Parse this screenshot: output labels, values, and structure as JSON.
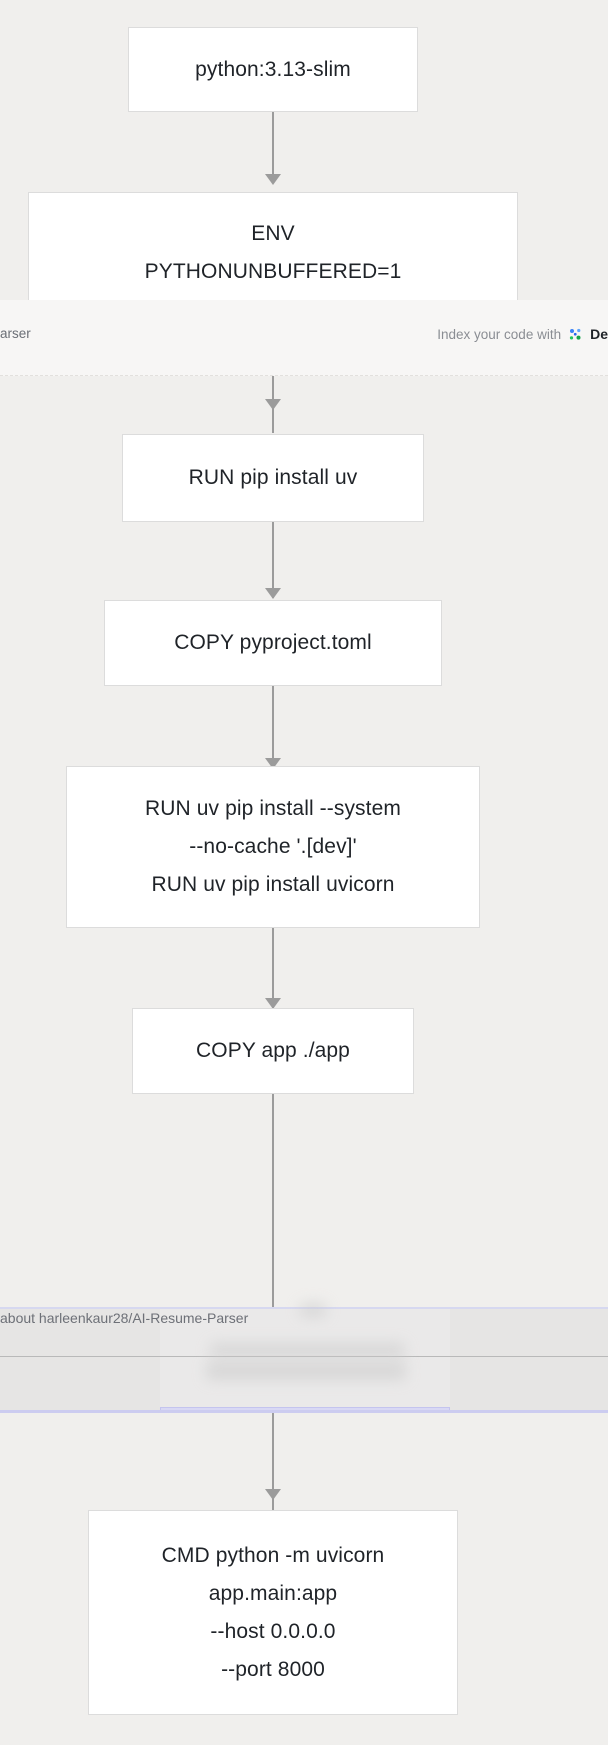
{
  "page": {
    "background_color": "#f0efed",
    "title": "Dockerfile build flow"
  },
  "top_overlay": {
    "repo_tail_text": "arser",
    "cta_prefix": "Index your code with",
    "cta_brand": "De",
    "icon_name": "deepwiki-icon",
    "background_color": "#f7f6f5"
  },
  "bottom_overlay": {
    "label": "about harleenkaur28/AI-Resume-Parser",
    "background_color": "#e6e5e4",
    "accent_color": "#ccccf0"
  },
  "chart_data": {
    "type": "diagram",
    "diagram_kind": "flowchart-vertical",
    "title": "Docker image build stages",
    "nodes": [
      {
        "id": "n1",
        "label": "python:3.13-slim"
      },
      {
        "id": "n2",
        "label": "ENV\nPYTHONUNBUFFERED=1"
      },
      {
        "id": "n3",
        "label": "RUN pip install uv"
      },
      {
        "id": "n4",
        "label": "COPY pyproject.toml"
      },
      {
        "id": "n5",
        "label": "RUN uv pip install --system\n--no-cache '.[dev]'\nRUN uv pip install uvicorn"
      },
      {
        "id": "n6",
        "label": "COPY app ./app"
      },
      {
        "id": "n7",
        "label": "CMD python -m uvicorn\napp.main:app\n--host 0.0.0.0\n--port 8000"
      }
    ],
    "edges": [
      {
        "from": "n1",
        "to": "n2"
      },
      {
        "from": "n2",
        "to": "n3"
      },
      {
        "from": "n3",
        "to": "n4"
      },
      {
        "from": "n4",
        "to": "n5"
      },
      {
        "from": "n5",
        "to": "n6"
      },
      {
        "from": "n6",
        "to": "n7"
      }
    ],
    "node_fill": "#ffffff",
    "node_border": "#dcdcdc",
    "edge_color": "#9b9b9b",
    "text_color": "#1f2328"
  }
}
